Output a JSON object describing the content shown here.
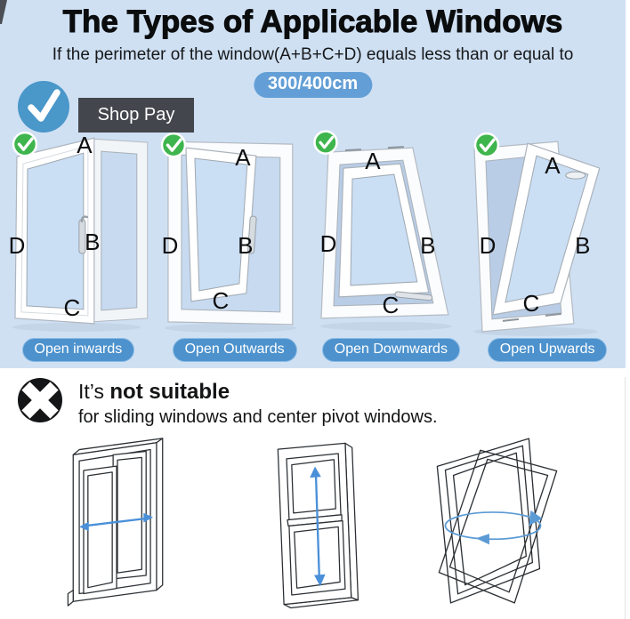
{
  "header": {
    "title": "The Types of Applicable Windows",
    "subtitle": "If the perimeter of the window(A+B+C+D) equals less than or equal to",
    "badge": "300/400cm"
  },
  "overlay": {
    "tooltip": "Shop Pay"
  },
  "windows": [
    {
      "id": "open-inwards",
      "label": "Open inwards",
      "letters": {
        "a": "A",
        "b": "B",
        "c": "C",
        "d": "D"
      }
    },
    {
      "id": "open-outwards",
      "label": "Open Outwards",
      "letters": {
        "a": "A",
        "b": "B",
        "c": "C",
        "d": "D"
      }
    },
    {
      "id": "open-downwards",
      "label": "Open Downwards",
      "letters": {
        "a": "A",
        "b": "B",
        "c": "C",
        "d": "D"
      }
    },
    {
      "id": "open-upwards",
      "label": "Open Upwards",
      "letters": {
        "a": "A",
        "b": "B",
        "c": "C",
        "d": "D"
      }
    }
  ],
  "not_suitable": {
    "prefix": "It’s ",
    "highlight": "not suitable",
    "line2": "for sliding windows and center pivot windows."
  },
  "unsuitable_icons": [
    "sliding-window",
    "double-hung-window",
    "center-pivot-window"
  ],
  "colors": {
    "background_blue": "#cfe0f3",
    "pill_blue": "#4d92cd",
    "badge_blue": "#639fd6",
    "check_green": "#3eb54d",
    "check_circle_blue": "#4a97c9",
    "tooltip_gray": "#43474d",
    "arrow_blue": "#4a90d9"
  }
}
